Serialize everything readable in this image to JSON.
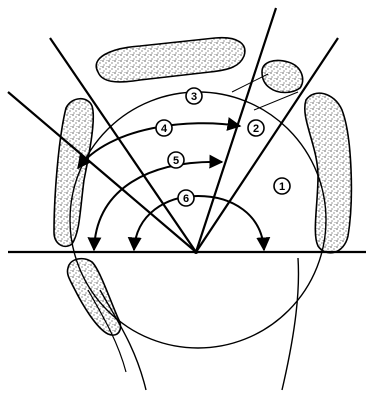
{
  "figure": {
    "ink_color": "#000000",
    "background": "#ffffff",
    "stipple_fill": "#ffffff",
    "labels": [
      {
        "id": "zone-1",
        "text": "1"
      },
      {
        "id": "zone-2",
        "text": "2"
      },
      {
        "id": "zone-3",
        "text": "3"
      },
      {
        "id": "arc-4",
        "text": "4"
      },
      {
        "id": "arc-5",
        "text": "5"
      },
      {
        "id": "arc-6",
        "text": "6"
      }
    ]
  }
}
